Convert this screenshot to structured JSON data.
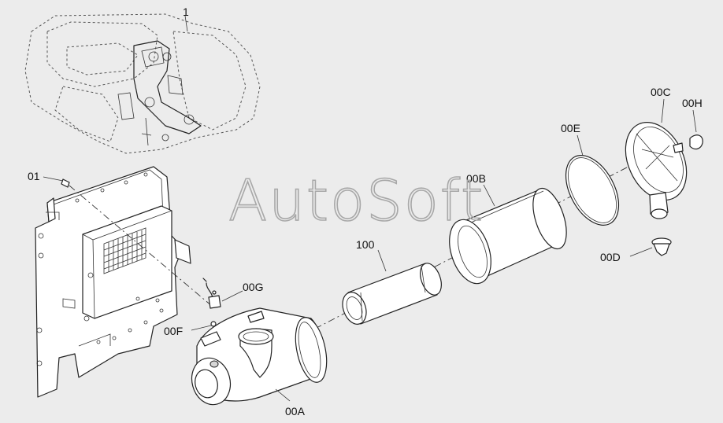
{
  "watermark": "AutoSoft",
  "callouts": {
    "c01": "01",
    "c00G": "00G",
    "c00F": "00F",
    "c00A": "00A",
    "c100": "100",
    "c00B": "00B",
    "c00E": "00E",
    "c00C": "00C",
    "c00H": "00H",
    "c00D": "00D",
    "c1": "1"
  },
  "colors": {
    "background": "#ececec",
    "linework": "#222222",
    "watermark": "#a8a8a8"
  }
}
